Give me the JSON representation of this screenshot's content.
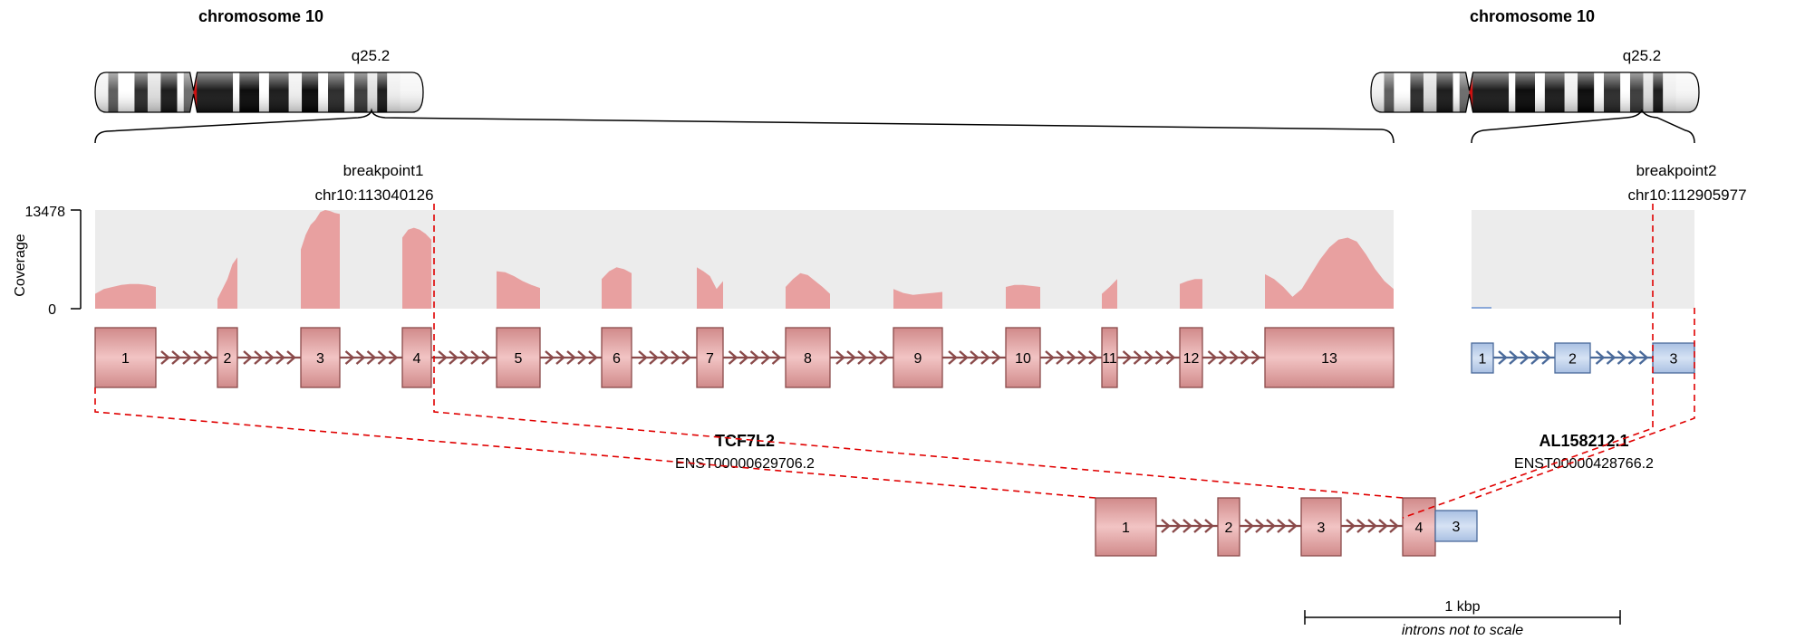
{
  "left_chrom": {
    "title": "chromosome 10",
    "band": "q25.2"
  },
  "right_chrom": {
    "title": "chromosome 10",
    "band": "q25.2"
  },
  "breakpoint1": {
    "name": "breakpoint1",
    "position": "chr10:113040126"
  },
  "breakpoint2": {
    "name": "breakpoint2",
    "position": "chr10:112905977"
  },
  "coverage": {
    "ylabel": "Coverage",
    "max": "13478",
    "min": "0"
  },
  "gene1": {
    "name": "TCF7L2",
    "transcript": "ENST00000629706.2",
    "exons": [
      "1",
      "2",
      "3",
      "4",
      "5",
      "6",
      "7",
      "8",
      "9",
      "10",
      "11",
      "12",
      "13"
    ],
    "color": "#e8a8a8"
  },
  "gene2": {
    "name": "AL158212.1",
    "transcript": "ENST00000428766.2",
    "exons": [
      "1",
      "2",
      "3"
    ],
    "color": "#b8cce8"
  },
  "fusion": {
    "exons_gene1": [
      "1",
      "2",
      "3",
      "4"
    ],
    "exons_gene2": [
      "3"
    ]
  },
  "scale": {
    "label": "1 kbp",
    "note": "introns not to scale"
  },
  "colors": {
    "coverage_bg": "#ececec",
    "coverage_fill": "#e8a0a0",
    "exon1_fill": "#e6a5a5",
    "exon1_stroke": "#8a4a4a",
    "exon2_fill": "#b8cce8",
    "exon2_stroke": "#4a6a9a",
    "arrow1": "#8a4a4a",
    "arrow2": "#4a6a9a",
    "breakpoint": "#e00000"
  }
}
